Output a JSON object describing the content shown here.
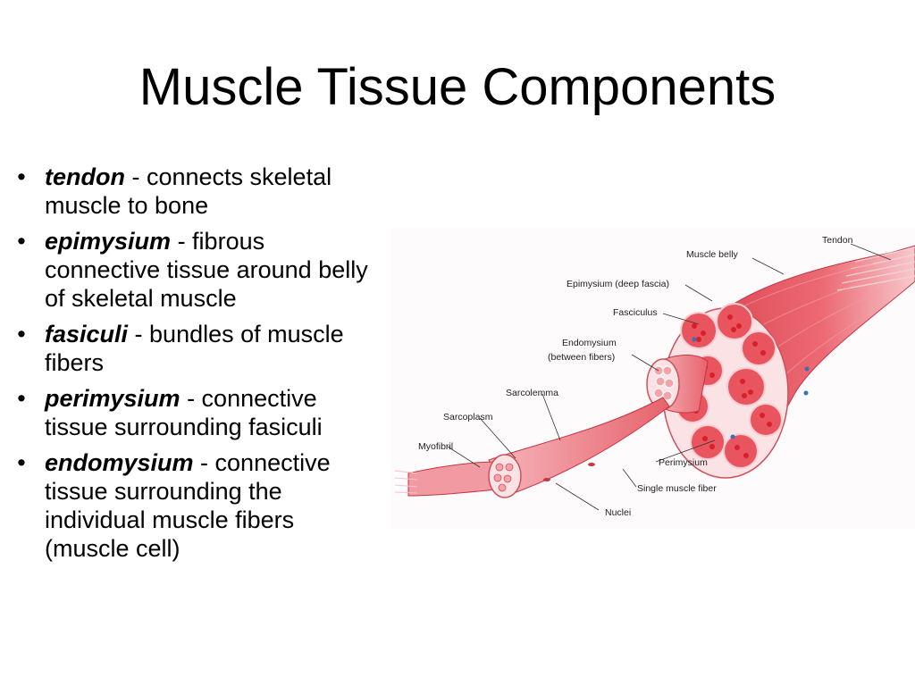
{
  "slide": {
    "title": "Muscle Tissue Components"
  },
  "bullets": [
    {
      "term": "tendon",
      "text": " - connects skeletal muscle to bone"
    },
    {
      "term": "epimysium",
      "text": " - fibrous connective tissue around belly of skeletal muscle"
    },
    {
      "term": "fasiculi",
      "text": " - bundles of muscle fibers"
    },
    {
      "term": "perimysium",
      "text": " - connective tissue surrounding fasiculi"
    },
    {
      "term": "endomysium",
      "text": " - connective tissue surrounding the individual muscle fibers (muscle cell)"
    }
  ],
  "figure": {
    "labels": {
      "tendon": "Tendon",
      "muscle_belly": "Muscle belly",
      "epimysium": "Epimysium (deep fascia)",
      "fasciculus": "Fasciculus",
      "endomysium_1": "Endomysium",
      "endomysium_2": "(between fibers)",
      "sarcolemma": "Sarcolemma",
      "sarcoplasm": "Sarcoplasm",
      "myofibril": "Myofibril",
      "perimysium": "Perimysium",
      "single_fiber": "Single muscle fiber",
      "nuclei": "Nuclei"
    },
    "colors": {
      "muscle": "#e8555f",
      "muscle_light": "#f4a3aa",
      "fiber_dot": "#d8202c",
      "tissue_pale": "#fbe3e5"
    }
  }
}
